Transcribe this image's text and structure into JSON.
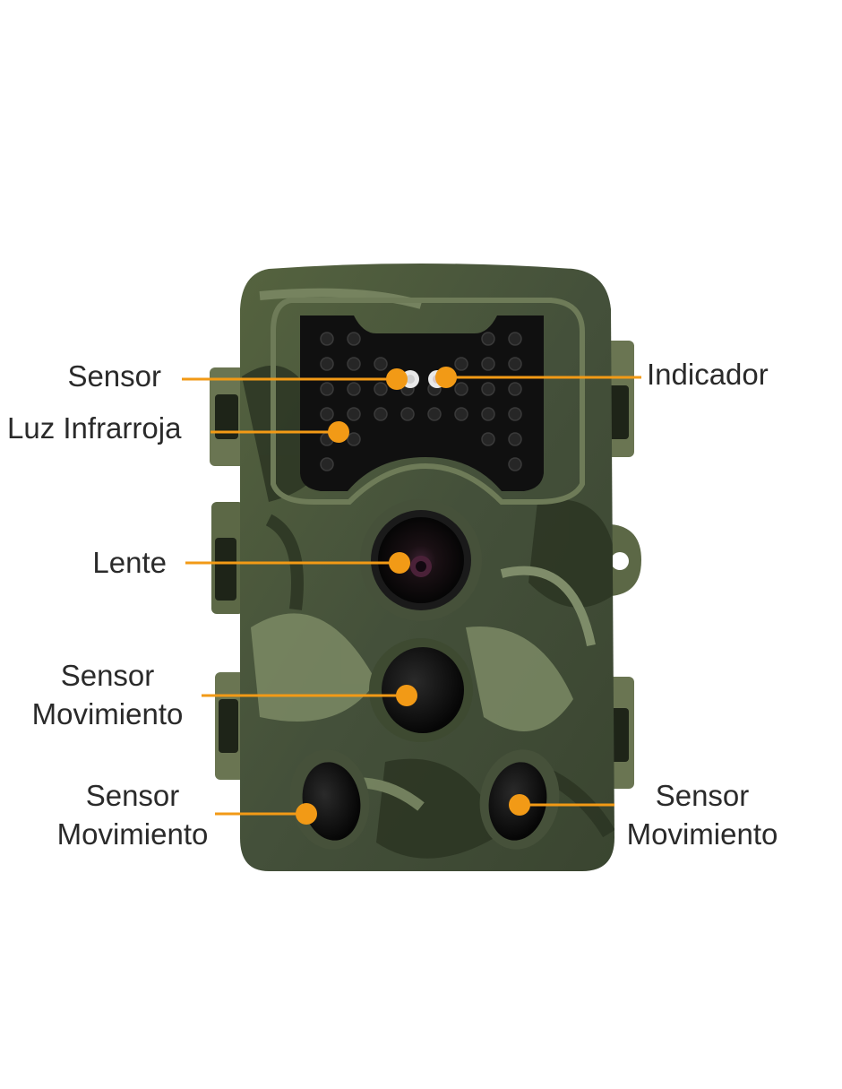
{
  "diagram": {
    "product": "trail-camera",
    "accent_color": "#f29a16",
    "camo_colors": [
      "#3e4a31",
      "#5b6a48",
      "#2c3523",
      "#7c8a65"
    ],
    "labels": {
      "sensor": "Sensor",
      "indicador": "Indicador",
      "luz_infrarroja": "Luz Infrarroja",
      "lente": "Lente",
      "motion_center": {
        "line1": "Sensor",
        "line2": "Movimiento"
      },
      "motion_left": {
        "line1": "Sensor",
        "line2": "Movimiento"
      },
      "motion_right": {
        "line1": "Sensor",
        "line2": "Movimiento"
      }
    }
  }
}
